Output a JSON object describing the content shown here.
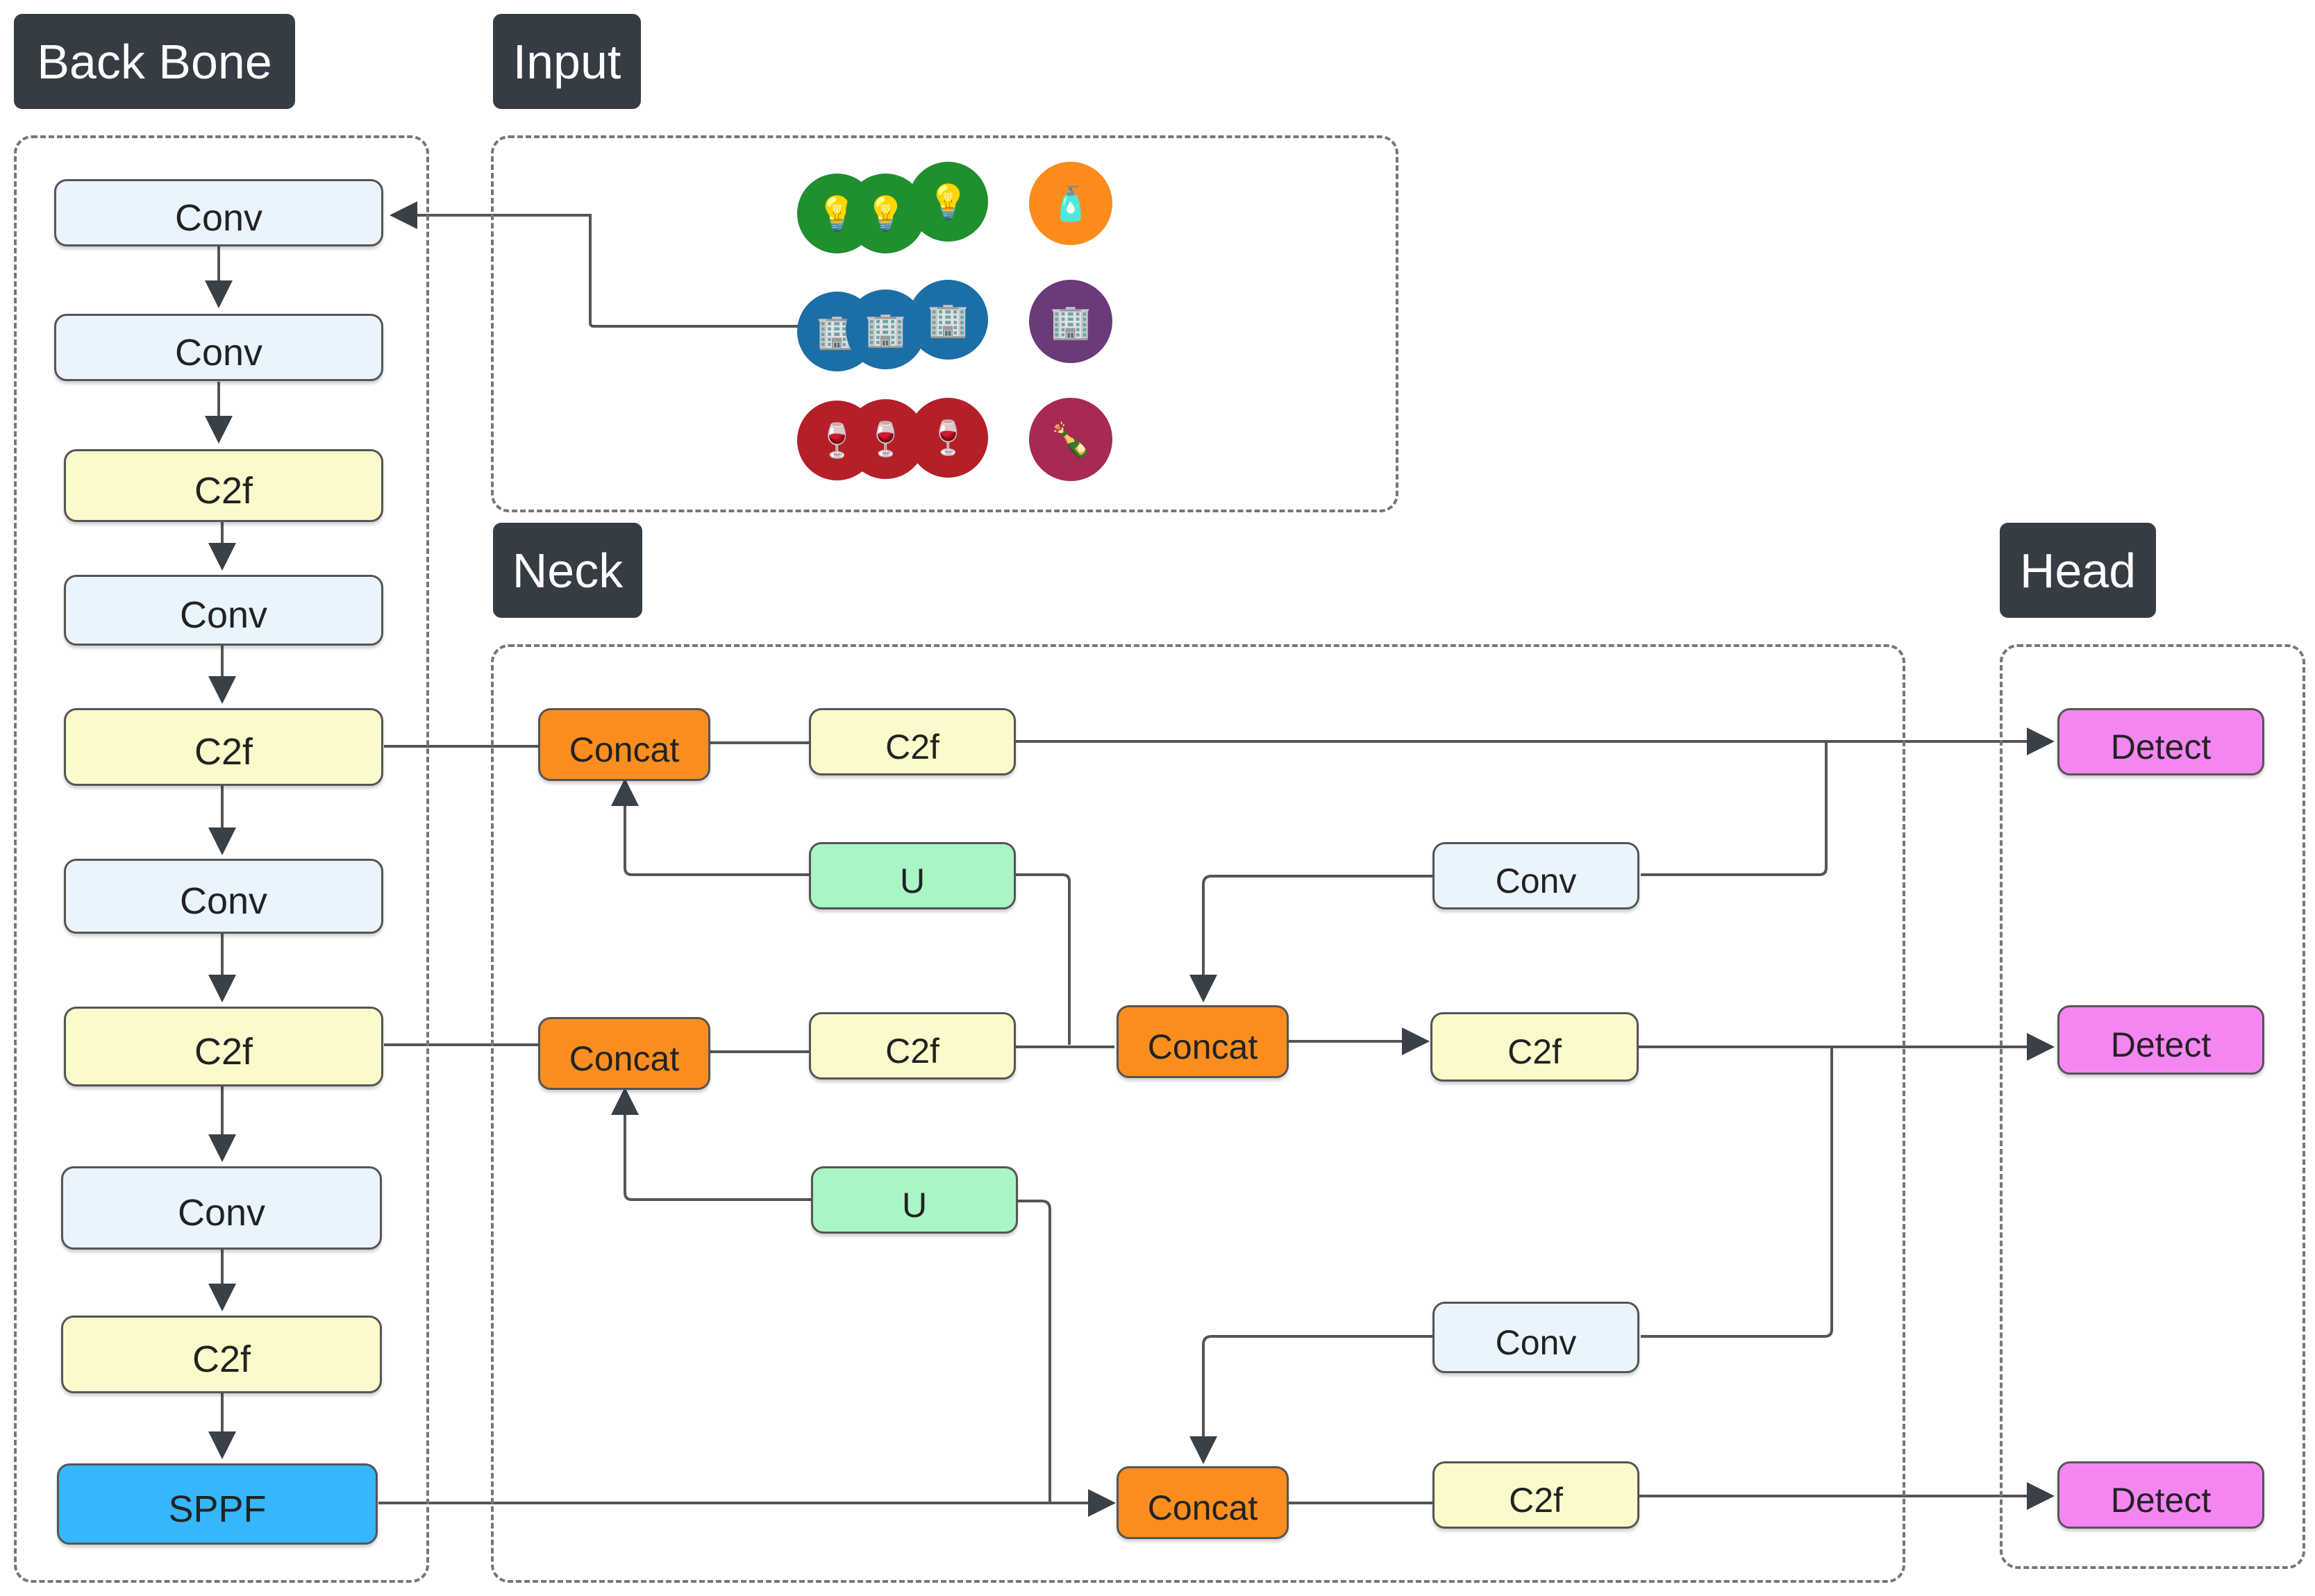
{
  "sections": {
    "backbone": "Back Bone",
    "input": "Input",
    "neck": "Neck",
    "head": "Head"
  },
  "backbone_nodes": {
    "n1": "Conv",
    "n2": "Conv",
    "n3": "C2f",
    "n4": "Conv",
    "n5": "C2f",
    "n6": "Conv",
    "n7": "C2f",
    "n8": "Conv",
    "n9": "C2f",
    "n10": "SPPF"
  },
  "neck_nodes": {
    "concat_top": "Concat",
    "c2f_top": "C2f",
    "u_top": "U",
    "conv_upper": "Conv",
    "concat_mid_left": "Concat",
    "c2f_mid_left": "C2f",
    "concat_mid": "Concat",
    "c2f_mid": "C2f",
    "u_bottom": "U",
    "conv_lower": "Conv",
    "concat_bottom": "Concat",
    "c2f_bottom": "C2f"
  },
  "head_nodes": {
    "detect_top": "Detect",
    "detect_mid": "Detect",
    "detect_bottom": "Detect"
  },
  "input_icons": [
    {
      "name": "bulb-icon",
      "color": "#1f8f2f"
    },
    {
      "name": "bulb-icon",
      "color": "#1f8f2f"
    },
    {
      "name": "bulb-icon",
      "color": "#1f8f2f"
    },
    {
      "name": "bottles-icon",
      "color": "#fb8c1c"
    },
    {
      "name": "buildings-icon",
      "color": "#1b6fa6"
    },
    {
      "name": "buildings-icon",
      "color": "#1b6fa6"
    },
    {
      "name": "buildings-icon",
      "color": "#1b6fa6"
    },
    {
      "name": "buildings-icon",
      "color": "#6a3a7a"
    },
    {
      "name": "wine-bottles-icon",
      "color": "#b51f28"
    },
    {
      "name": "wine-bottles-icon",
      "color": "#b51f28"
    },
    {
      "name": "wine-bottles-icon",
      "color": "#b51f28"
    },
    {
      "name": "wine-bottles-icon",
      "color": "#a62a52"
    }
  ]
}
